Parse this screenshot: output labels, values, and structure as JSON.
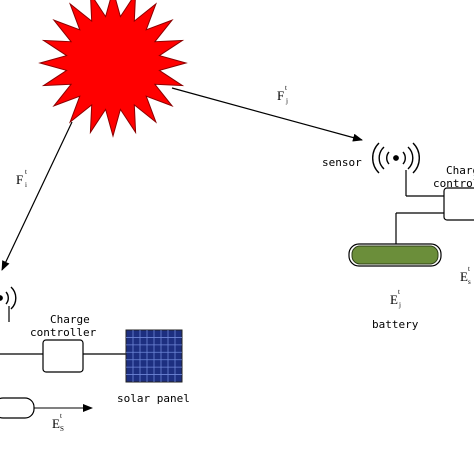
{
  "colors": {
    "sun": "#ff0000",
    "sun_stroke": "#8a0000",
    "battery": "#6b8e3a",
    "panel": "#1d2f80",
    "panel_grid": "#6e86d6",
    "line": "#000000",
    "background": "#ffffff"
  },
  "sun": {
    "icon": "sun-icon"
  },
  "flows": {
    "sun_to_sensor": {
      "main": "F",
      "sup": "t",
      "sub": "j"
    },
    "sun_to_node": {
      "main": "F",
      "sup": "t",
      "sub": "i"
    }
  },
  "right_node": {
    "sensor_label": "sensor",
    "sensor_icon": "antenna-icon",
    "controller_label_line1": "Charge",
    "controller_label_line2": "controller",
    "battery_label": "battery",
    "battery_energy": {
      "main": "E",
      "sup": "t",
      "sub": "j"
    },
    "side_energy": {
      "main": "E",
      "sup": "t",
      "sub": "s"
    }
  },
  "left_node": {
    "sensor_icon": "antenna-icon",
    "controller_label_line1": "Charge",
    "controller_label_line2": "controller",
    "solar_panel_label": "solar panel",
    "panel_icon": "solar-panel-icon",
    "output_energy": {
      "main": "E",
      "sup": "t",
      "sub": "S"
    }
  }
}
